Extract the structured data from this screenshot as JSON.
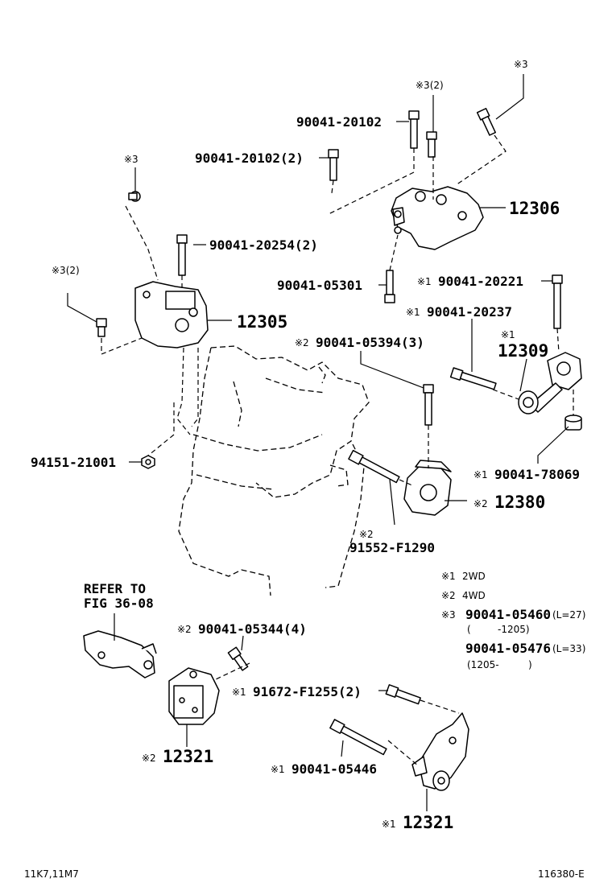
{
  "labels": {
    "mark_top_right": "※3",
    "mark_top_mid": "※3(2)",
    "p_90041_20102_a": "90041-20102",
    "p_90041_20102_b": "90041-20102(2)",
    "mark_left_top": "※3",
    "p_90041_20254": "90041-20254(2)",
    "part_12306": "12306",
    "mark_left_mid": "※3(2)",
    "p_90041_05301": "90041-05301",
    "p_90041_20221": "90041-20221",
    "mark_20221": "※1",
    "part_12305": "12305",
    "p_90041_20237": "90041-20237",
    "mark_20237": "※1",
    "p_90041_05394": "90041-05394(3)",
    "mark_05394": "※2",
    "mark_12309": "※1",
    "part_12309": "12309",
    "p_94151_21001": "94151-21001",
    "p_90041_78069": "90041-78069",
    "mark_78069": "※1",
    "part_12380": "12380",
    "mark_12380": "※2",
    "mark_91552": "※2",
    "p_91552_f1290": "91552-F1290",
    "refer_line1": "REFER TO",
    "refer_line2": "FIG 36-08",
    "p_90041_05344": "90041-05344(4)",
    "mark_05344": "※2",
    "p_91672_f1255": "91672-F1255(2)",
    "mark_f1255": "※1",
    "part_12321_a": "12321",
    "mark_12321_a": "※2",
    "p_90041_05446": "90041-05446",
    "mark_05446": "※1",
    "part_12321_b": "12321",
    "mark_12321_b": "※1",
    "footer_left": "11K7,11M7",
    "footer_right": "116380-E"
  },
  "legend": {
    "note1_mark": "※1",
    "note1": "2WD",
    "note2_mark": "※2",
    "note2": "4WD",
    "note3_mark": "※3",
    "note3_part1": "90041-05460",
    "note3_part1_len": "(L=27)",
    "note3_range1_open": "(",
    "note3_range1": "-1205)",
    "note3_part2": "90041-05476",
    "note3_part2_len": "(L=33)",
    "note3_range2": "(1205-",
    "note3_range2_close": ")"
  }
}
